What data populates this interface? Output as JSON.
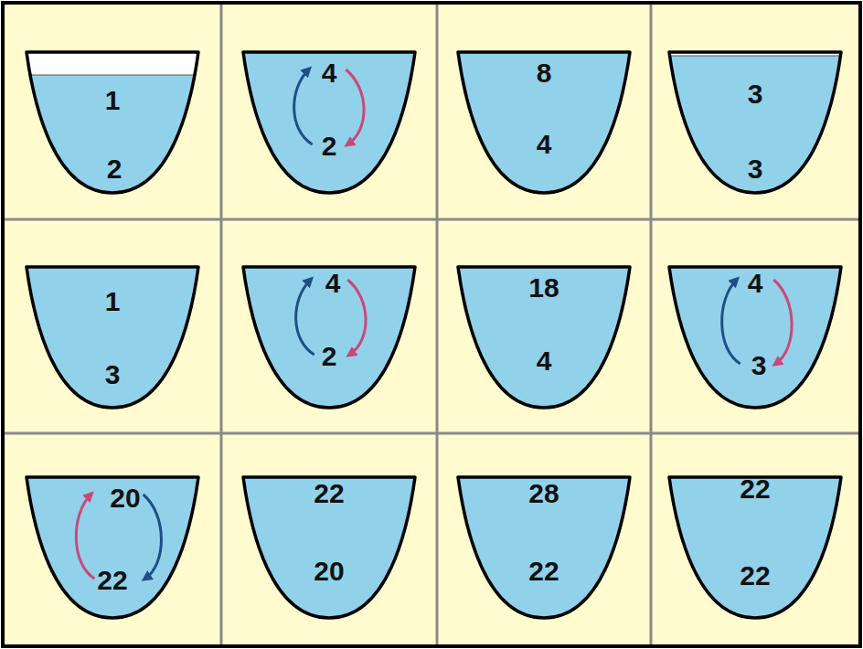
{
  "diagram": {
    "nodes": [
      {
        "text": [
          "1",
          "2"
        ]
      },
      {
        "text": [
          "4",
          "2"
        ]
      },
      {
        "text": [
          "8",
          "4"
        ]
      },
      {
        "text": [
          "3",
          "3"
        ]
      },
      {
        "text": [
          "1",
          "3"
        ]
      },
      {
        "text": [
          "4",
          "2"
        ]
      },
      {
        "text": [
          "18",
          "4"
        ]
      },
      {
        "text": [
          "4",
          "3"
        ]
      },
      {
        "text": [
          "20",
          "22"
        ]
      },
      {
        "text": [
          "22",
          "20"
        ]
      },
      {
        "text": [
          "28",
          "22"
        ]
      },
      {
        "text": [
          "22",
          "22"
        ]
      }
    ]
  }
}
